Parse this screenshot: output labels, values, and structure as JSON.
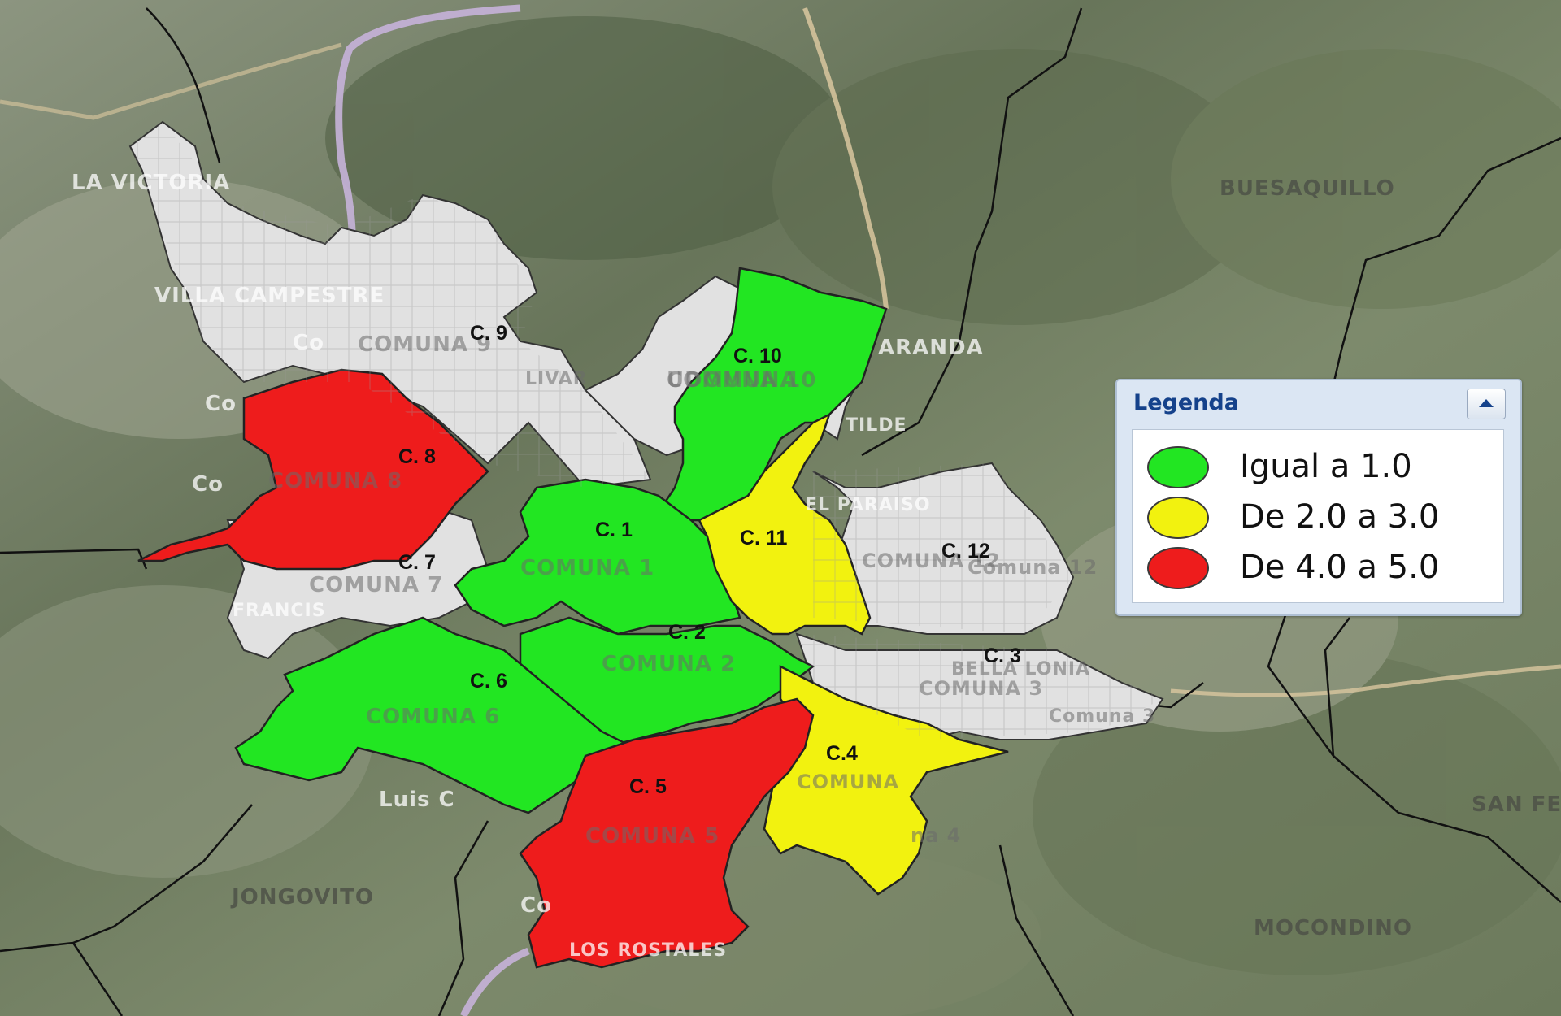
{
  "places": {
    "la_victoria": "LA VICTORIA",
    "buesaquillo": "BUESAQUILLO",
    "villa_campestre": "VILLA CAMPESTRE",
    "aranda": "ARANDA",
    "matilde": "TILDE",
    "el_paraiso": "EL PARAISO",
    "jongovito": "JONGOVITO",
    "mocondino": "MOCONDINO",
    "san_fernando": "SAN FE",
    "luis_carlos": "Luis C",
    "los_rosales": "LOS ROSTALES",
    "francisco": "FRANCIS",
    "co_1": "Co",
    "co_2": "Co",
    "co_3": "Co",
    "co_4": "Co"
  },
  "ghost_labels": {
    "c9": "COMUNA 9",
    "c10": "COMUNA 10",
    "c8": "COMUNA 8",
    "c7": "COMUNA 7",
    "c1": "COMUNA 1",
    "c2": "COMUNA 2",
    "c6": "COMUNA 6",
    "c12": "COMUNA 12",
    "c12b": "Comuna 12",
    "c3": "COMUNA 3",
    "c3b": "Comuna 3",
    "c4": "COMUNA",
    "c4b": "na 4",
    "c5": "COMUNA 5",
    "c11": "UDOMUNA",
    "bella": "BELLA LONIA",
    "bolivar": "LIVAR"
  },
  "comunas": [
    {
      "id": "c1",
      "tag": "C. 1",
      "value_class": "Igual a 1.0"
    },
    {
      "id": "c2",
      "tag": "C. 2",
      "value_class": "Igual a 1.0"
    },
    {
      "id": "c3",
      "tag": "C. 3",
      "value_class": "none"
    },
    {
      "id": "c4",
      "tag": "C.4",
      "value_class": "De 2.0 a 3.0"
    },
    {
      "id": "c5",
      "tag": "C.  5",
      "value_class": "De 4.0 a 5.0"
    },
    {
      "id": "c6",
      "tag": "C. 6",
      "value_class": "Igual a 1.0"
    },
    {
      "id": "c7",
      "tag": "C. 7",
      "value_class": "none"
    },
    {
      "id": "c8",
      "tag": "C. 8",
      "value_class": "De 4.0 a 5.0"
    },
    {
      "id": "c9",
      "tag": "C. 9",
      "value_class": "none"
    },
    {
      "id": "c10",
      "tag": "C. 10",
      "value_class": "Igual a 1.0"
    },
    {
      "id": "c11",
      "tag": "C. 11",
      "value_class": "De 2.0 a 3.0"
    },
    {
      "id": "c12",
      "tag": "C. 12",
      "value_class": "none"
    }
  ],
  "legend": {
    "title": "Legenda",
    "items": [
      {
        "label": "Igual a 1.0",
        "color": "#22e622"
      },
      {
        "label": "De 2.0 a 3.0",
        "color": "#f2f20f"
      },
      {
        "label": "De 4.0 a 5.0",
        "color": "#ee1c1c"
      }
    ]
  },
  "colors": {
    "green": "#22e622",
    "yellow": "#f2f20f",
    "red": "#ee1c1c",
    "unclassified": "#e3e3e3"
  }
}
